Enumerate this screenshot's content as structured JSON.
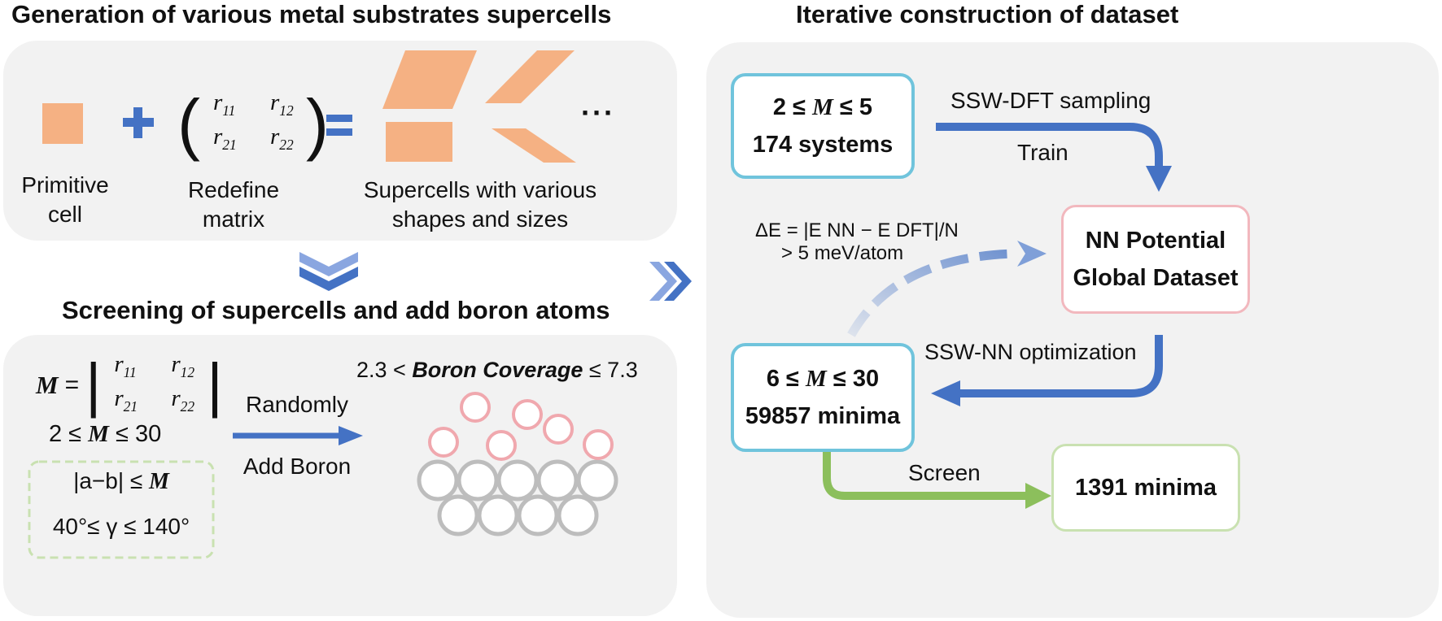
{
  "left_top": {
    "title": "Generation of  various metal substrates supercells",
    "primitive_label_1": "Primitive",
    "primitive_label_2": "cell",
    "redefine_label_1": "Redefine",
    "redefine_label_2": "matrix",
    "supercells_label_1": "Supercells with various",
    "supercells_label_2": "shapes and sizes",
    "ellipsis": "···",
    "matrix": [
      "r",
      "11",
      "r",
      "12",
      "r",
      "21",
      "r",
      "22"
    ]
  },
  "left_bottom": {
    "title": "Screening of supercells and add boron atoms",
    "m_def": "M",
    "m_range_prefix": "2 ≤ ",
    "m_range_var": "M",
    "m_range_suffix": "  ≤ 30",
    "constraint_1_prefix": "|a−b| ≤ ",
    "constraint_1_var": "M",
    "constraint_2": "40°≤ γ ≤ 140°",
    "arrow_top": "Randomly",
    "arrow_bottom": "Add Boron",
    "coverage_prefix": "2.3 < ",
    "coverage_var": "Boron Coverage",
    "coverage_suffix": " ≤ 7.3"
  },
  "right": {
    "title": "Iterative construction of dataset",
    "box1_line1_a": "2 ≤ ",
    "box1_line1_var": "M",
    "box1_line1_b": " ≤ 5",
    "box1_line2": "174 systems",
    "box2_line1": "NN Potential",
    "box2_line2": "Global Dataset",
    "box3_line1_a": "6 ≤ ",
    "box3_line1_var": "M",
    "box3_line1_b": " ≤ 30",
    "box3_line2": "59857 minima",
    "box4": "1391 minima",
    "arrow_sampling": "SSW-DFT sampling",
    "arrow_train": "Train",
    "arrow_optimization": "SSW-NN optimization",
    "arrow_screen": "Screen",
    "delta_e_line1": "ΔE = |E NN − E DFT|/N",
    "delta_e_line2": "> 5 meV/atom"
  },
  "colors": {
    "panel": "#f2f2f2",
    "orange": "#f5b183",
    "blue": "#4472c4",
    "cyan_border": "#70c4dc",
    "pink_border": "#f2b8be",
    "green_border": "#c9e1b1",
    "green_arrow": "#8cbf5c",
    "gray_circle": "#bdbdbd",
    "pink_circle": "#f0a8ae"
  }
}
